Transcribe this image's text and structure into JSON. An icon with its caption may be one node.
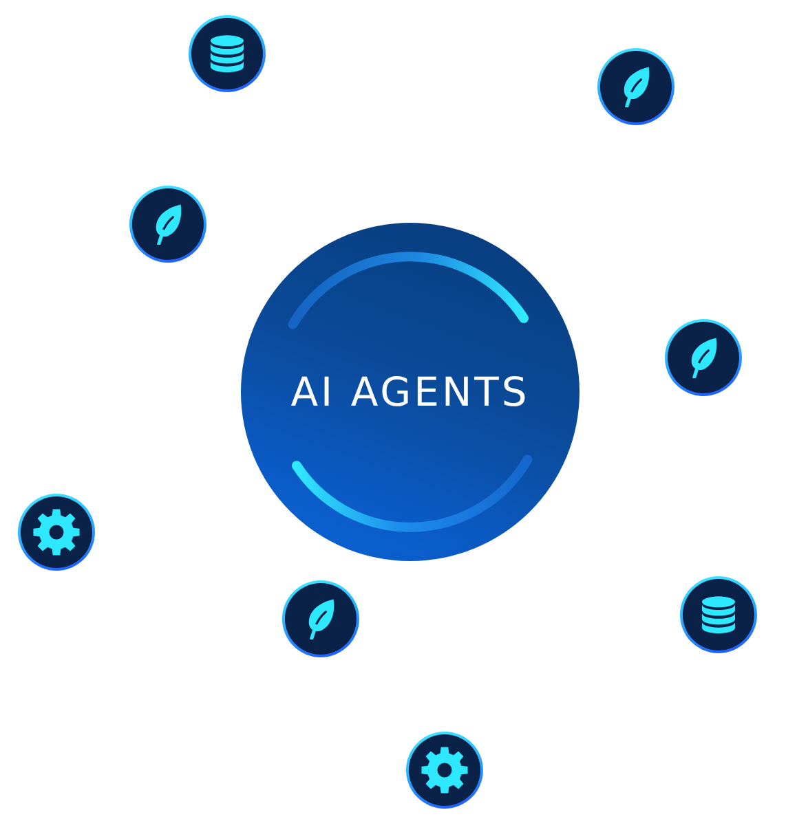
{
  "diagram": {
    "nodes": [
      {
        "text": [],
        "shape": "circle"
      },
      {
        "text": [],
        "shape": "circle"
      },
      {
        "text": [],
        "shape": "circle"
      },
      {
        "text": [
          "AI AGENTS"
        ]
      },
      {
        "text": [],
        "shape": "circle"
      },
      {
        "text": [],
        "shape": "circle"
      },
      {
        "text": [],
        "shape": "circle"
      },
      {
        "text": [],
        "shape": "circle"
      },
      {
        "text": [],
        "shape": "circle"
      }
    ]
  }
}
